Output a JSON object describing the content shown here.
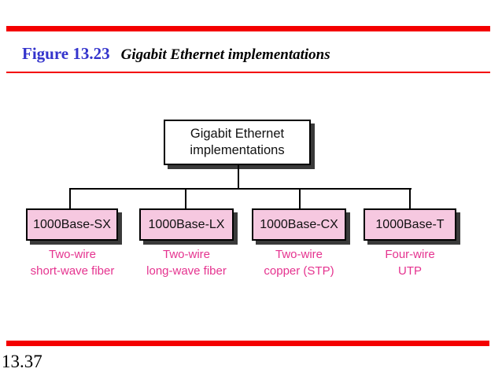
{
  "header": {
    "figure_label": "Figure 13.23",
    "figure_title": "Gigabit Ethernet implementations"
  },
  "diagram": {
    "root": {
      "line1": "Gigabit Ethernet",
      "line2": "implementations"
    },
    "nodes": [
      {
        "label": "1000Base-SX",
        "desc1": "Two-wire",
        "desc2": "short-wave fiber"
      },
      {
        "label": "1000Base-LX",
        "desc1": "Two-wire",
        "desc2": "long-wave fiber"
      },
      {
        "label": "1000Base-CX",
        "desc1": "Two-wire",
        "desc2": "copper (STP)"
      },
      {
        "label": "1000Base-T",
        "desc1": "Four-wire",
        "desc2": "UTP"
      }
    ]
  },
  "footer": {
    "page_number": "13.37"
  },
  "colors": {
    "accent_red": "#f40000",
    "title_blue": "#3333cc",
    "node_pink": "#f6c8e0",
    "caption_pink": "#e5338f",
    "shadow_gray": "#3a3a3a"
  }
}
